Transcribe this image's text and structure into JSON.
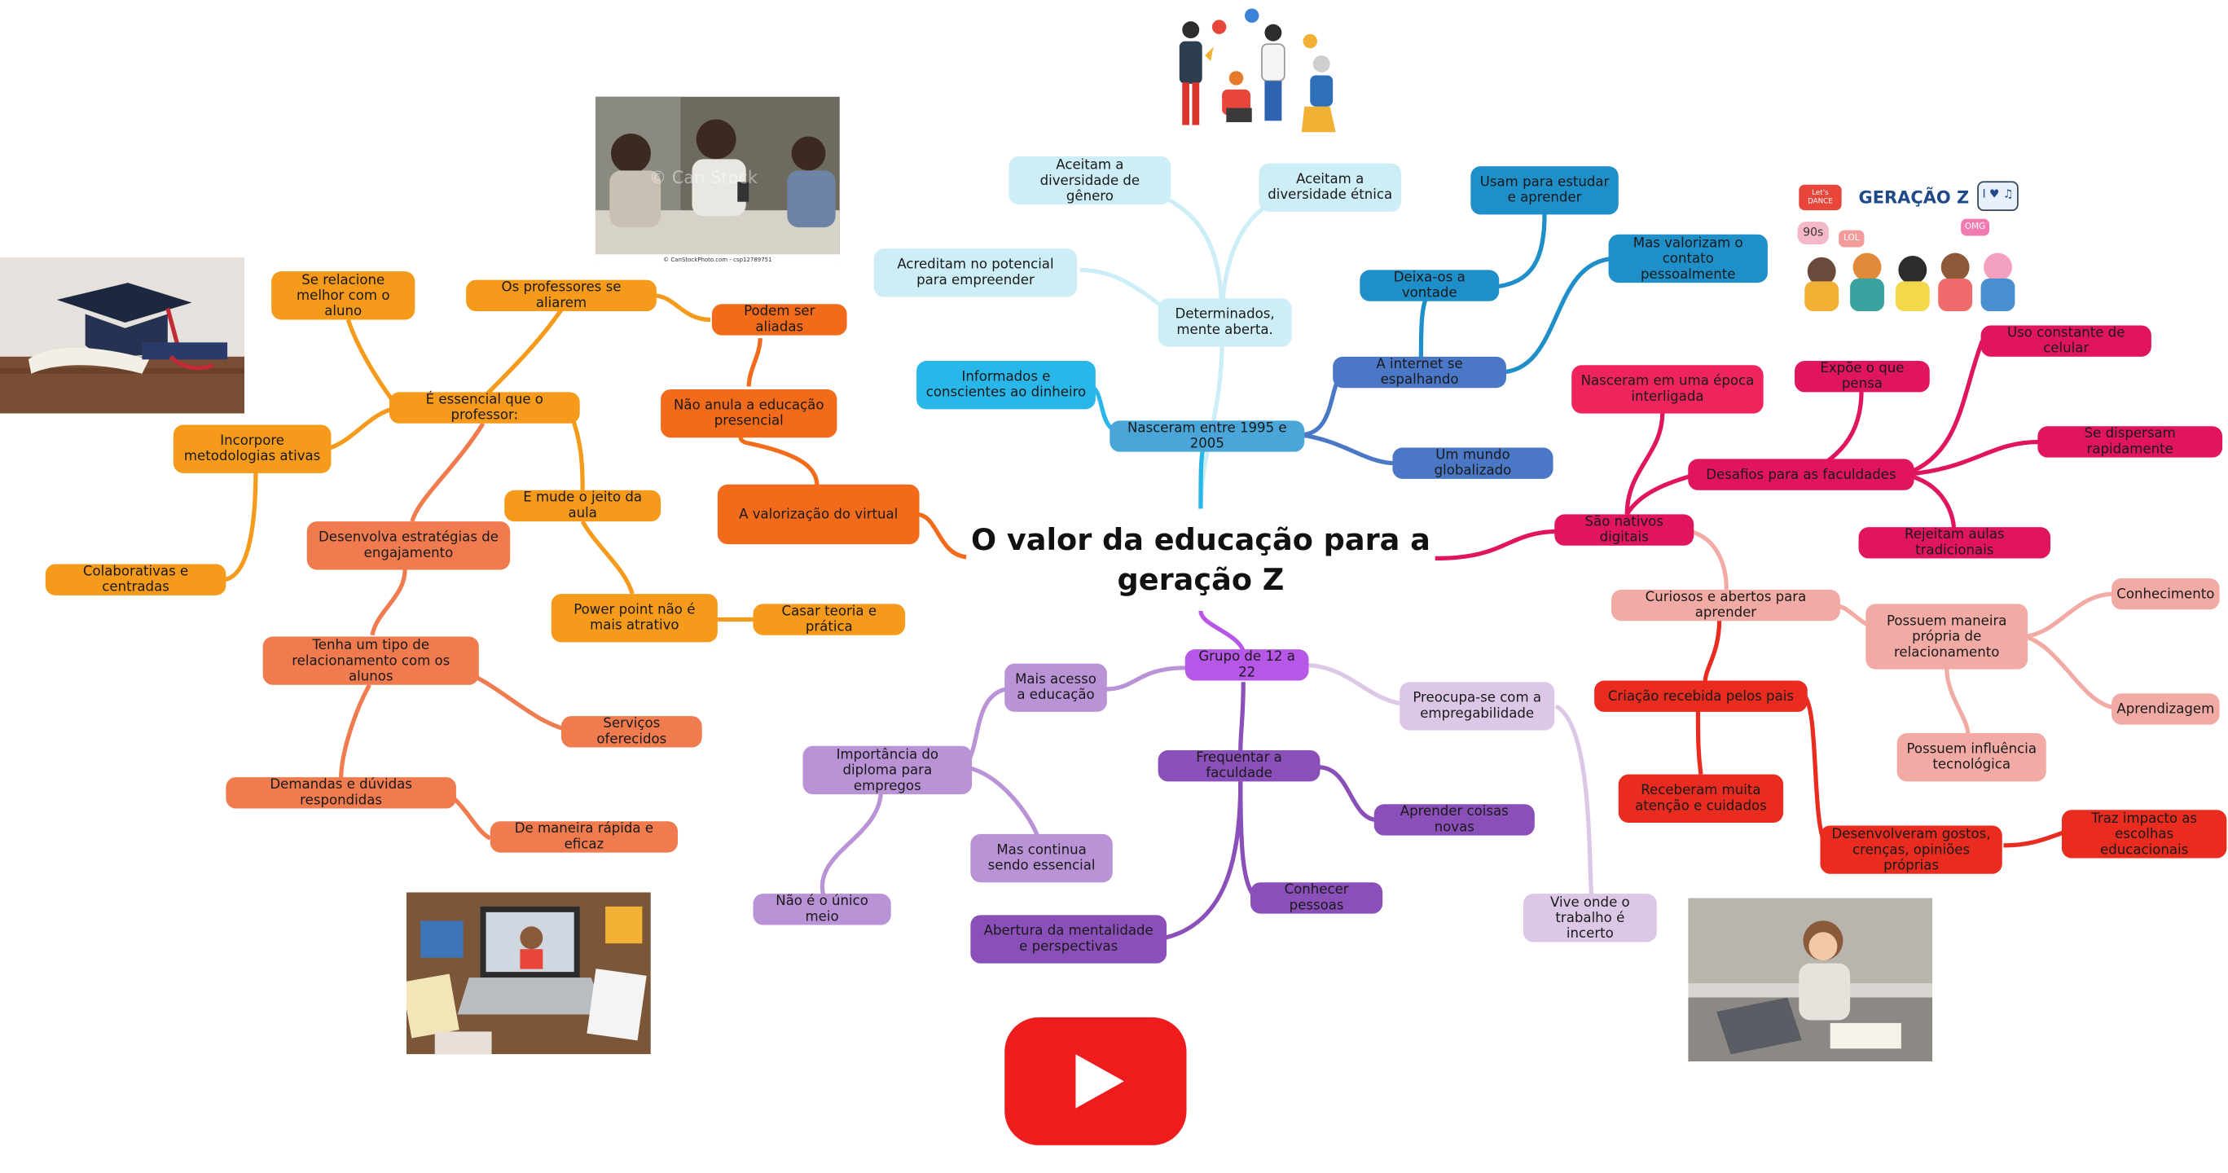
{
  "title": "O valor da educação para a geração Z",
  "colors": {
    "cyan_light": "#cdeef6",
    "cyan": "#29b6e8",
    "blue": "#1f8fc9",
    "navy": "#4b77c7",
    "pink": "#e0155e",
    "salmon": "#f2aaa5",
    "red": "#ea2b1f",
    "purple_light": "#b993d6",
    "lilac": "#dcc8e6",
    "purple": "#8a4fb8",
    "violet": "#b757e8",
    "orange": "#f59a1a",
    "orange_dark": "#f26b1b",
    "coral": "#f07b4f"
  },
  "nodes": {
    "n01": "Aceitam a diversidade de gênero",
    "n02": "Aceitam a diversidade étnica",
    "n03": "Acreditam no potencial para empreender",
    "n04": "Determinados, mente aberta.",
    "n05": "Informados e conscientes ao dinheiro",
    "n06": "Nasceram entre 1995 e 2005",
    "n07": "Usam para estudar e aprender",
    "n08": "Deixa-os a vontade",
    "n09": "Mas valorizam o contato pessoalmente",
    "n10": "A internet se espalhando",
    "n11": "Um mundo globalizado",
    "n12": "Nasceram em uma época interligada",
    "n13": "Expõe o que pensa",
    "n14": "Uso constante de celular",
    "n15": "Desafios para as faculdades",
    "n16": "Se dispersam rapidamente",
    "n17": "Rejeitam aulas tradicionais",
    "n18": "São nativos digitais",
    "n19": "Curiosos e abertos para aprender",
    "n20": "Possuem maneira própria de relacionamento",
    "n21": "Conhecimento",
    "n22": "Aprendizagem",
    "n23": "Possuem influência tecnológica",
    "n24": "Criação recebida pelos pais",
    "n25": "Receberam muita atenção e cuidados",
    "n26": "Desenvolveram gostos, crenças, opiniões próprias",
    "n27": "Traz impacto as escolhas educacionais",
    "n28": "Grupo de 12 a 22",
    "n29": "Mais acesso a educação",
    "n30": "Importância do diploma para empregos",
    "n31": "Mas continua sendo essencial",
    "n32": "Não é o único meio",
    "n33": "Preocupa-se com a empregabilidade",
    "n34": "Vive onde o trabalho é incerto",
    "n35": "Frequentar a faculdade",
    "n36": "Aprender coisas novas",
    "n37": "Conhecer pessoas",
    "n38": "Abertura da mentalidade e perspectivas",
    "n39": "Se relacione melhor com o aluno",
    "n40": "Os professores se aliarem",
    "n41": "Podem ser aliadas",
    "n42": "Não anula a educação presencial",
    "n43": "A valorização do virtual",
    "n44": "É essencial que o professor:",
    "n45": "Incorpore metodologias ativas",
    "n46": "Colaborativas e centradas",
    "n47": "E mude o jeito da aula",
    "n48": "Desenvolva estratégias de engajamento",
    "n49": "Power point não é mais atrativo",
    "n50": "Casar teoria e prática",
    "n51": "Tenha um tipo de relacionamento com os alunos",
    "n52": "Serviços oferecidos",
    "n53": "Demandas e dúvidas respondidas",
    "n54": "De maneira rápida e eficaz"
  },
  "images": {
    "genz_banner": {
      "text": "GERAÇÃO Z",
      "tag_dance": "Let's DANCE",
      "tag_90s": "90s",
      "tag_lol": "LOL",
      "tag_omg": "OMG",
      "tag_ilove": "I ♥ ♫"
    },
    "students_photo": {
      "watermark": "© Can Stock",
      "caption": "© CanStockPhoto.com - csp12789751"
    },
    "youtube_logo": "play-icon"
  }
}
